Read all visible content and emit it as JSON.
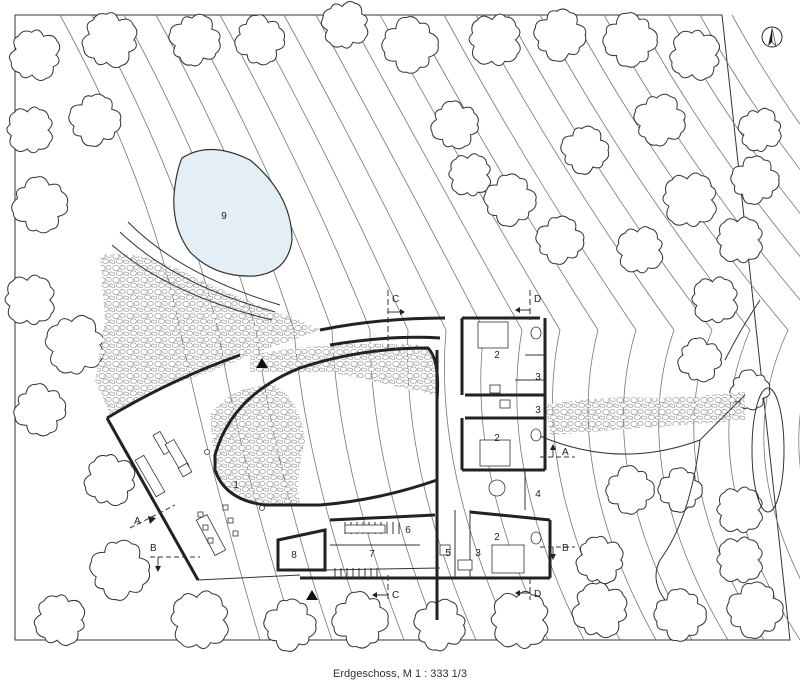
{
  "caption": "Erdgeschoss, M 1 : 333 1/3",
  "room_labels": {
    "living": "1",
    "bedroom_top": "2",
    "bedroom_mid": "2",
    "bedroom_bottom": "2",
    "bath_top": "3",
    "bath_mid": "3",
    "bath_bottom": "3",
    "room_4": "4",
    "room_5": "5",
    "room_6": "6",
    "kitchen": "7",
    "storage": "8",
    "pond": "9"
  },
  "section_marks": {
    "a_left": "A",
    "a_right": "A",
    "b_left": "B",
    "b_right": "B",
    "c_top": "C",
    "c_bottom": "C",
    "d_top": "D",
    "d_bottom": "D"
  },
  "icons": [
    "north-arrow-icon",
    "entrance-triangle-icon"
  ]
}
